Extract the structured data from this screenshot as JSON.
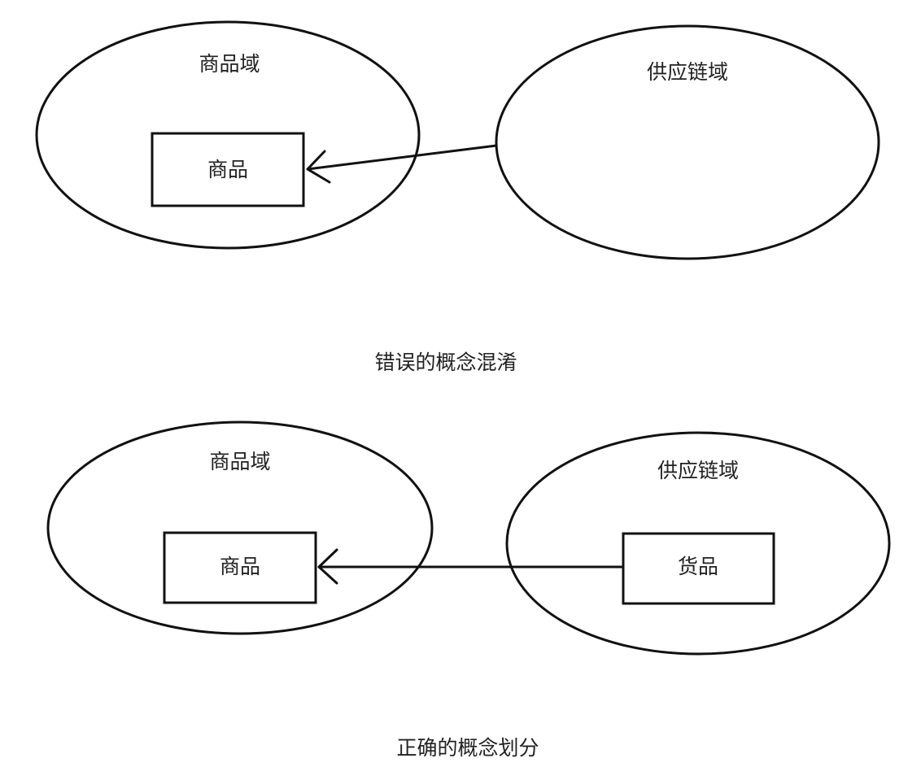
{
  "diagram_wrong": {
    "left_domain": "商品域",
    "left_entity": "商品",
    "right_domain": "供应链域",
    "caption": "错误的概念混淆"
  },
  "diagram_correct": {
    "left_domain": "商品域",
    "left_entity": "商品",
    "right_domain": "供应链域",
    "right_entity": "货品",
    "caption": "正确的概念划分"
  }
}
